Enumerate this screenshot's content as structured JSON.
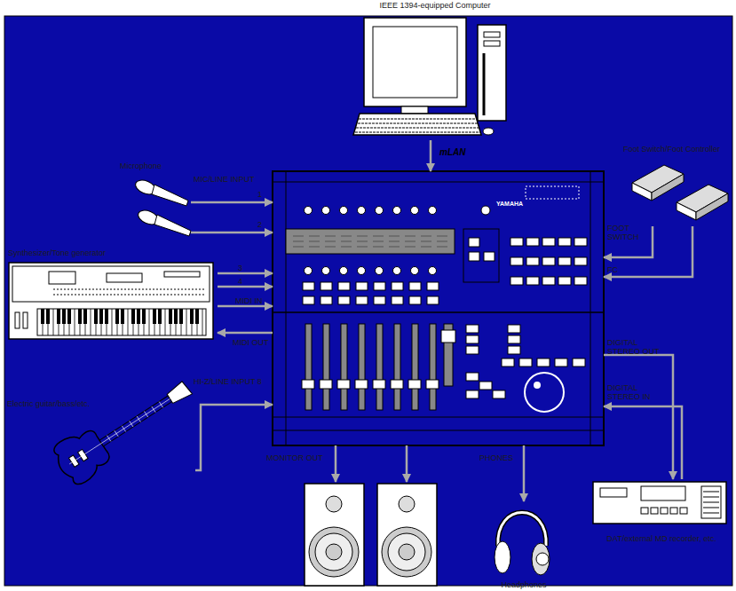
{
  "diagram": {
    "nodes": [
      {
        "text": [
          "IEEE 1394-equipped Computer"
        ]
      },
      {
        "text": [
          "Microphone"
        ]
      },
      {
        "text": [
          "Synthesizer/Tone generator"
        ]
      },
      {
        "text": [
          "Electric guitar/bass/etc."
        ]
      },
      {
        "text": [
          "Foot Switch/Foot Controller"
        ]
      },
      {
        "text": [
          "YAMAHA"
        ]
      },
      {
        "text": [
          "Headphones"
        ]
      },
      {
        "text": [
          "DAT/external MD recorder, etc."
        ]
      }
    ],
    "edges": [
      {
        "from": 0,
        "to": 5,
        "arrow": "to",
        "label": "mLAN"
      },
      {
        "from": 1,
        "to": 5,
        "arrow": "to",
        "label": "1"
      },
      {
        "from": 1,
        "to": 5,
        "arrow": "to",
        "label": "2"
      },
      {
        "from": 2,
        "to": 5,
        "arrow": "to",
        "label": "3"
      },
      {
        "from": 2,
        "to": 5,
        "arrow": "to",
        "label": "4"
      },
      {
        "from": 2,
        "to": 5,
        "arrow": "to",
        "label": "MIDI IN"
      },
      {
        "from": 5,
        "to": 2,
        "arrow": "to",
        "label": "MIDI OUT"
      },
      {
        "from": 3,
        "to": 5,
        "arrow": "to",
        "label": "HI-Z/LINE INPUT 8"
      },
      {
        "from": 4,
        "to": 5,
        "arrow": "to",
        "label": "FOOT SWITCH"
      },
      {
        "from": 4,
        "to": 5,
        "arrow": "to",
        "label": "FC"
      },
      {
        "from": 5,
        "to": 7,
        "arrow": "to",
        "label": "DIGITAL STEREO OUT"
      },
      {
        "from": 7,
        "to": 5,
        "arrow": "to",
        "label": "DIGITAL STEREO IN"
      },
      {
        "from": 5,
        "to": 6,
        "arrow": "to",
        "label": "PHONES"
      }
    ],
    "labels": [
      "MIC/LINE INPUT",
      "MONITOR OUT"
    ]
  }
}
